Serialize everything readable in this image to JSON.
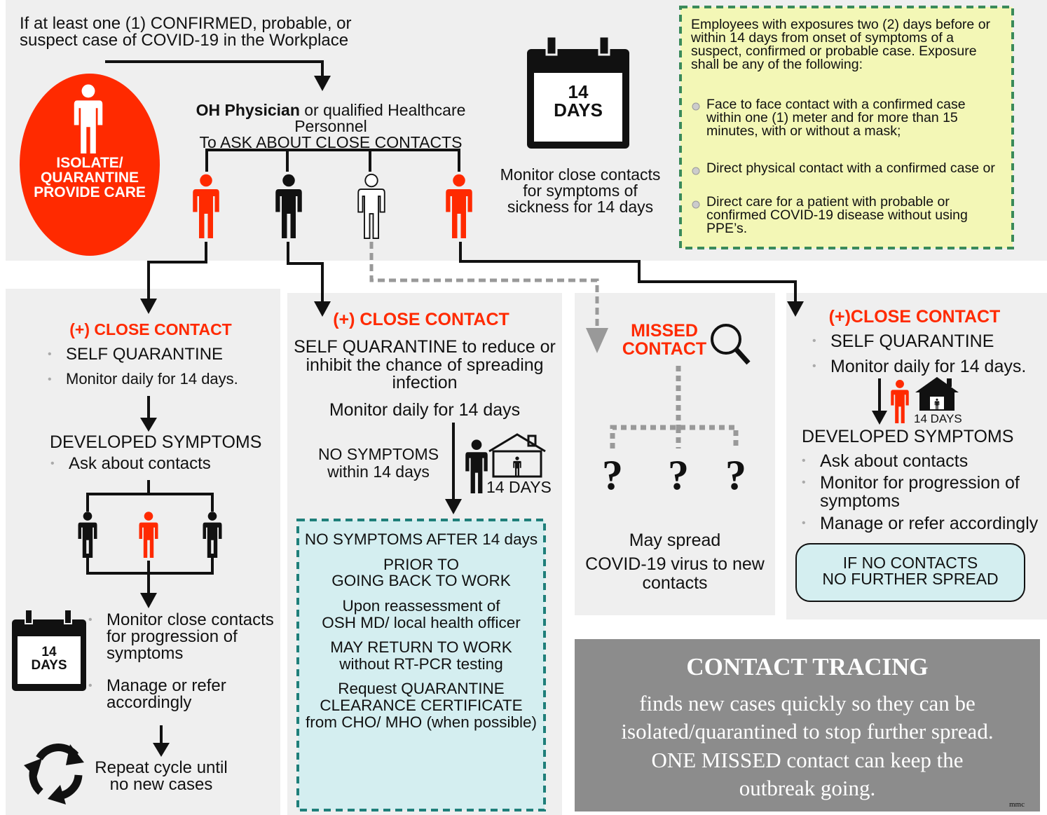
{
  "top": {
    "trigger_line1": "If at least one (1) CONFIRMED, probable, or",
    "trigger_line2": "suspect  case of COVID-19 in the Workplace",
    "isolate_line1": "ISOLATE/",
    "isolate_line2": "QUARANTINE",
    "isolate_line3": "PROVIDE CARE",
    "oh_bold": "OH Physician",
    "oh_rest": " or qualified Healthcare Personnel",
    "oh_line2": "To ASK ABOUT CLOSE CONTACTS",
    "calendar_num": "14",
    "calendar_days": "DAYS",
    "monitor_line1": "Monitor close contacts",
    "monitor_line2": "for symptoms of",
    "monitor_line3": "sickness for 14 days"
  },
  "exposure_box": {
    "intro_line1": "Employees with exposures two (2) days before or",
    "intro_line2": "within 14 days from onset of symptoms of a",
    "intro_line3": "suspect, confirmed or probable case. Exposure",
    "intro_line4": "shall be any of the following:",
    "item1_line1": "Face to face contact with a confirmed case",
    "item1_line2": "within one (1) meter and for more than 15",
    "item1_line3": "minutes, with or without a mask;",
    "item2_line1": "Direct physical contact with a confirmed case or",
    "item3_line1": "Direct care for a patient with probable or",
    "item3_line2": "confirmed COVID-19 disease without using",
    "item3_line3": "PPE’s."
  },
  "col1": {
    "title": "(+) CLOSE CONTACT",
    "b1": "SELF QUARANTINE",
    "b2": "Monitor daily for 14 days.",
    "developed": "DEVELOPED SYMPTOMS",
    "ask": "Ask about contacts",
    "cal_num": "14",
    "cal_days": "DAYS",
    "m1_line1": "Monitor close contacts",
    "m1_line2": "for progression of",
    "m1_line3": "symptoms",
    "m2_line1": "Manage or refer",
    "m2_line2": "accordingly",
    "repeat_line1": "Repeat cycle until",
    "repeat_line2": "no new cases"
  },
  "col2": {
    "title": "(+) CLOSE CONTACT",
    "sq_line1": "SELF QUARANTINE to reduce or",
    "sq_line2": "inhibit the chance of spreading",
    "sq_line3": "infection",
    "monitor": "Monitor daily for 14 days",
    "nosym_line1": "NO SYMPTOMS",
    "nosym_line2": "within 14 days",
    "house_days": "14 DAYS",
    "box_l1": "NO SYMPTOMS AFTER 14 days",
    "box_l2": "PRIOR TO",
    "box_l3": "GOING BACK TO WORK",
    "box_l4": "Upon reassessment of",
    "box_l5": "OSH MD/ local health officer",
    "box_l6": "MAY RETURN TO WORK",
    "box_l7": "without RT-PCR testing",
    "box_l8": "Request QUARANTINE",
    "box_l9": "CLEARANCE CERTIFICATE",
    "box_l10": "from CHO/ MHO (when possible)"
  },
  "col3": {
    "title_line1": "MISSED",
    "title_line2": "CONTACT",
    "q": "?",
    "spread_line1": "May spread",
    "spread_line2": "COVID-19 virus to new",
    "spread_line3": "contacts"
  },
  "col4": {
    "title": "(+)CLOSE CONTACT",
    "b1": "SELF QUARANTINE",
    "b2": "Monitor daily for 14 days.",
    "house_days": "14 DAYS",
    "developed": "DEVELOPED SYMPTOMS",
    "c1": "Ask about contacts",
    "c2_line1": "Monitor for progression of",
    "c2_line2": "symptoms",
    "c3": "Manage or refer accordingly",
    "nc_line1": "IF NO CONTACTS",
    "nc_line2": "NO FURTHER SPREAD"
  },
  "tracing": {
    "title": "CONTACT TRACING",
    "line1": "finds new cases quickly so they can be",
    "line2": "isolated/quarantined to stop further spread.",
    "line3": "ONE MISSED contact can keep the",
    "line4": "outbreak going.",
    "credit": "mmc"
  },
  "colors": {
    "red": "#ff2a00",
    "panel": "#efefef",
    "yellow_box": "#f3f7b6",
    "green_dash": "#3a8a5a",
    "teal_box": "#d4eef0",
    "teal_dash": "#1f7f7a",
    "tracing_bg": "#8c8c8c"
  },
  "icons": [
    "person-icon",
    "magnifier-icon",
    "calendar-icon",
    "house-icon",
    "recycle-icon",
    "arrow-icon"
  ]
}
